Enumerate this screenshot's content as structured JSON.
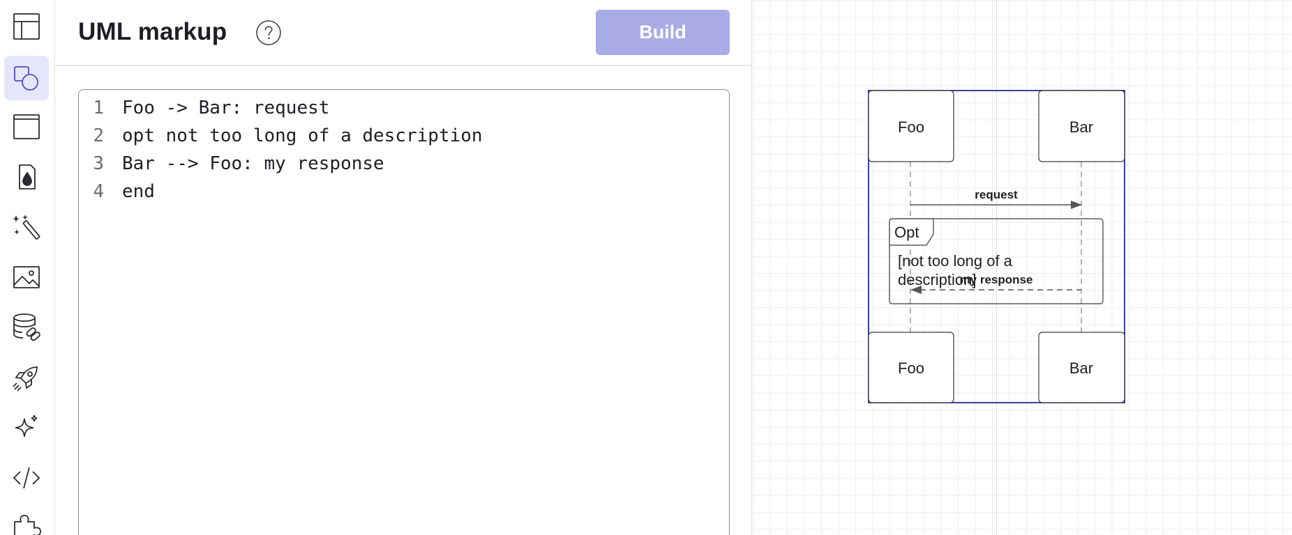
{
  "rail": {
    "items": [
      {
        "icon": "layout-icon",
        "active": false
      },
      {
        "icon": "shapes-icon",
        "active": true
      },
      {
        "icon": "frame-icon",
        "active": false
      },
      {
        "icon": "color-drop-icon",
        "active": false
      },
      {
        "icon": "magic-wand-icon",
        "active": false
      },
      {
        "icon": "image-icon",
        "active": false
      },
      {
        "icon": "database-link-icon",
        "active": false
      },
      {
        "icon": "rocket-icon",
        "active": false
      },
      {
        "icon": "sparkle-icon",
        "active": false
      },
      {
        "icon": "code-icon",
        "active": false
      },
      {
        "icon": "puzzle-icon",
        "active": false
      }
    ]
  },
  "panel": {
    "title": "UML markup",
    "build_label": "Build"
  },
  "editor": {
    "lines": [
      {
        "num": "1",
        "text": "Foo -> Bar: request"
      },
      {
        "num": "2",
        "text": "opt not too long of a description"
      },
      {
        "num": "3",
        "text": "Bar --> Foo: my response"
      },
      {
        "num": "4",
        "text": "end"
      }
    ]
  },
  "diagram": {
    "participant_a": "Foo",
    "participant_b": "Bar",
    "message_1": "request",
    "fragment_label": "Opt",
    "fragment_guard_1": "[not too long of a",
    "fragment_guard_2": "description]",
    "message_2": "my response"
  },
  "colors": {
    "accent": "#a9abe7",
    "active_rail_bg": "#e6e6fb",
    "selection": "#3b3f9f"
  }
}
